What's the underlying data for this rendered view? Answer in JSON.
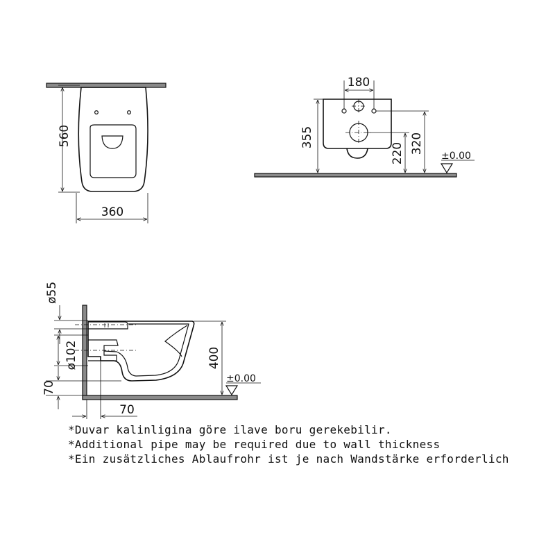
{
  "views": {
    "top": {
      "depth_label": "560",
      "width_label": "360"
    },
    "front": {
      "fixing_distance_label": "180",
      "height_label": "355",
      "outlet_height_label": "220",
      "bolt_height_label": "320",
      "floor_level_label": "±0.00"
    },
    "side": {
      "inlet_diameter_label": "ø55",
      "outlet_diameter_label": "ø102",
      "height_label": "400",
      "outlet_height_label": "70",
      "wall_offset_label": "70",
      "floor_level_label": "±0.00"
    }
  },
  "notes": [
    "*Duvar kalinligina göre ilave boru gerekebilir.",
    "*Additional pipe may be required due to wall thickness",
    "*Ein zusätzliches Ablaufrohr ist je nach Wandstärke erforderlich"
  ]
}
